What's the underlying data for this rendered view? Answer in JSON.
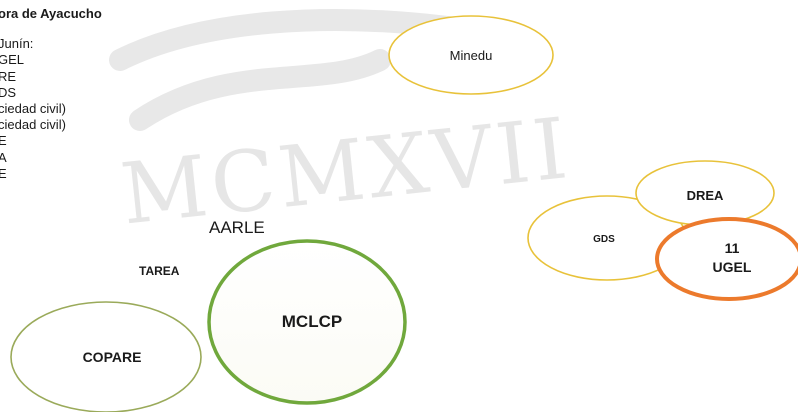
{
  "legend": {
    "title": "ora de Ayacucho",
    "lines": [
      "Junín:",
      "GEL",
      "RE",
      "DS",
      "ciedad civil)",
      "ciedad civil)",
      "E",
      "A",
      "E"
    ]
  },
  "labels": {
    "aarle": "AARLE",
    "tarea": "TAREA"
  },
  "nodes": {
    "minedu": "Minedu",
    "drea": "DREA",
    "gds": "GDS",
    "ugel_num": "11",
    "ugel_text": "UGEL",
    "mclcp": "MCLCP",
    "copare": "COPARE"
  },
  "watermark": {
    "text": "MCMXVII"
  },
  "colors": {
    "yellow_outline": "#e8c23a",
    "orange_outline": "#ec7a2c",
    "green_outline": "#70a83c",
    "olive_outline": "#9aaa5a",
    "watermark": "#e4e4e4"
  }
}
